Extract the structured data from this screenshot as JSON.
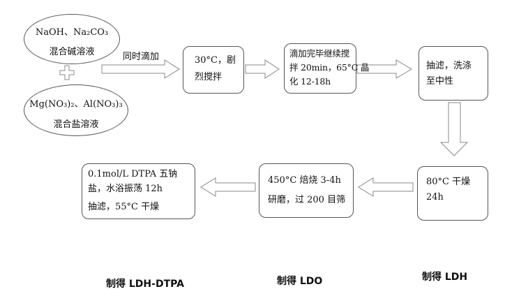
{
  "alkali_solution": {
    "reagents": "NaOH、Na₂CO₃",
    "label": "混合碱溶液"
  },
  "salt_solution": {
    "reagents": "Mg(NO₃)₂、Al(NO₃)₃",
    "label": "混合盐溶液"
  },
  "combine_label": "同时滴加",
  "steps": {
    "stir": {
      "line1": "30°C，剧",
      "line2": "烈搅拌"
    },
    "crystallize": {
      "line1": "滴加完毕继续搅",
      "line2": "拌 20min，65°C 晶",
      "line3": "化 12-18h"
    },
    "filter_wash": {
      "line1": "抽滤，洗涤",
      "line2": "至中性"
    },
    "dry": {
      "line1": "80°C  干燥",
      "line2": "24h"
    },
    "calcine": {
      "line1": "450°C 焙烧 3-4h",
      "line2": "研磨，过 200 目筛"
    },
    "dtpa": {
      "line1": "0.1mol/L  DTPA  五钠",
      "line2": "盐，水浴振荡 12h",
      "line3": "抽滤，55°C 干燥"
    }
  },
  "products": {
    "ldh": "制得 LDH",
    "ldo": "制得 LDO",
    "ldh_dtpa": "制得 LDH-DTPA"
  }
}
